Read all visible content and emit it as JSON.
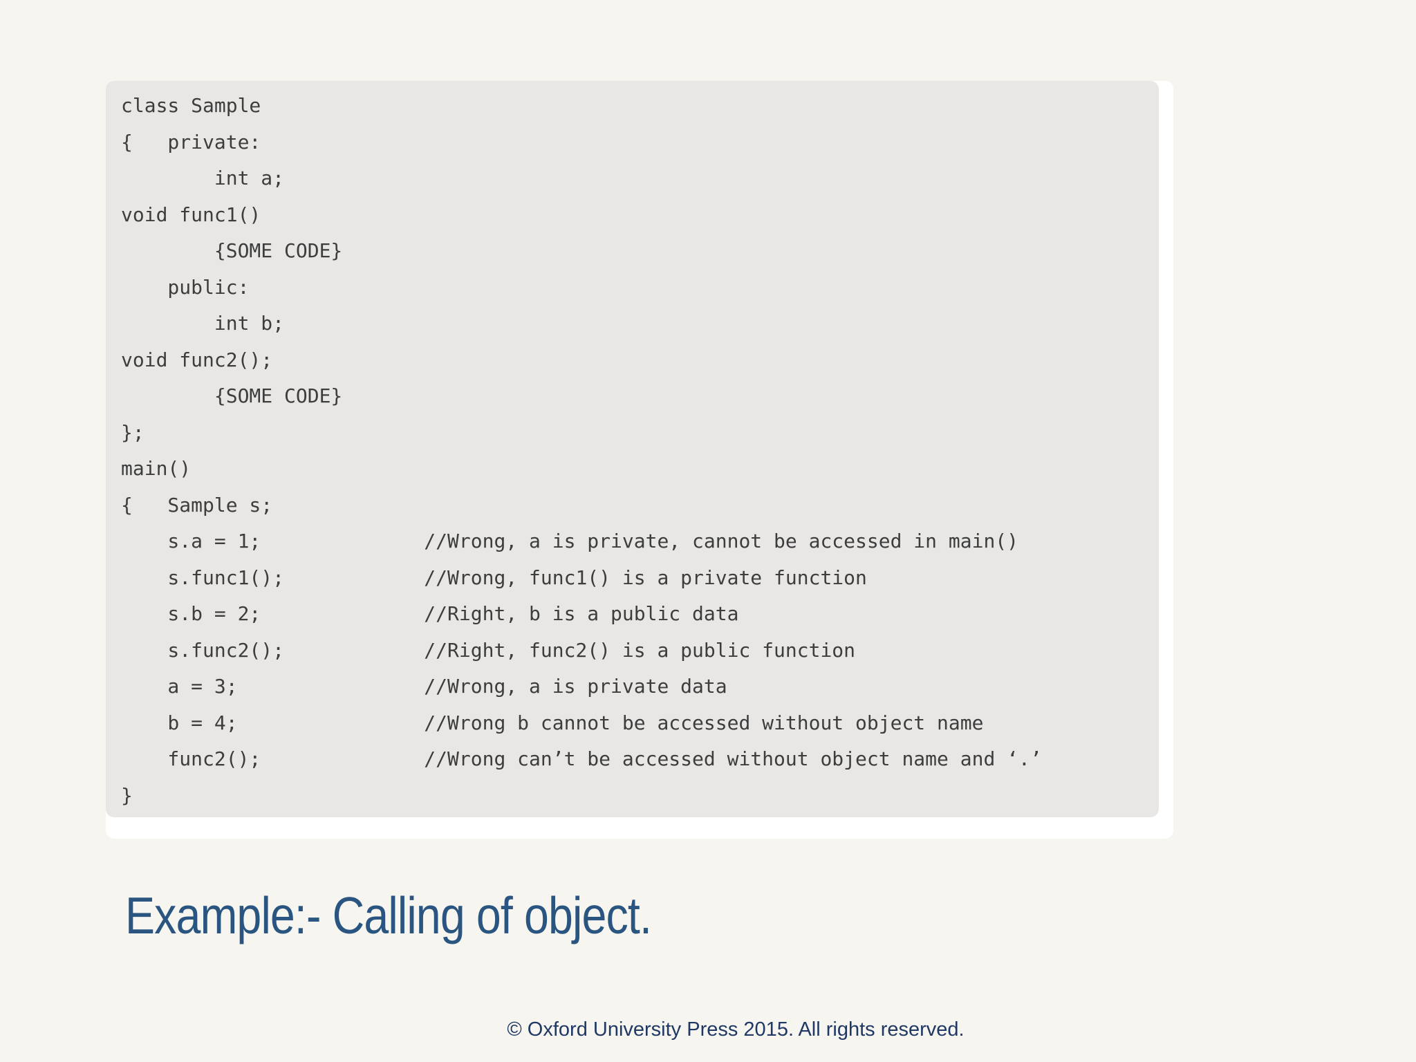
{
  "slide": {
    "background_color": "#f7f5f0"
  },
  "code_panel": {
    "card_color": "#ffffff",
    "panel_color": "#e8e7e5",
    "text_color": "#3d3d3d",
    "lines": [
      "class Sample",
      "{   private:",
      "        int a;",
      "void func1()",
      "        {SOME CODE}",
      "    public:",
      "        int b;",
      "void func2();",
      "        {SOME CODE}",
      "};",
      "main()",
      "{   Sample s;",
      "    s.a = 1;              //Wrong, a is private, cannot be accessed in main()",
      "    s.func1();            //Wrong, func1() is a private function",
      "    s.b = 2;              //Right, b is a public data",
      "    s.func2();            //Right, func2() is a public function",
      "    a = 3;                //Wrong, a is private data",
      "    b = 4;                //Wrong b cannot be accessed without object name",
      "    func2();              //Wrong can’t be accessed without object name and ‘.’",
      "}"
    ]
  },
  "title": {
    "text": "Example:- Calling of object.",
    "color": "#295580"
  },
  "footer": {
    "text": "© Oxford University Press 2015. All rights reserved.",
    "color": "#203864"
  }
}
